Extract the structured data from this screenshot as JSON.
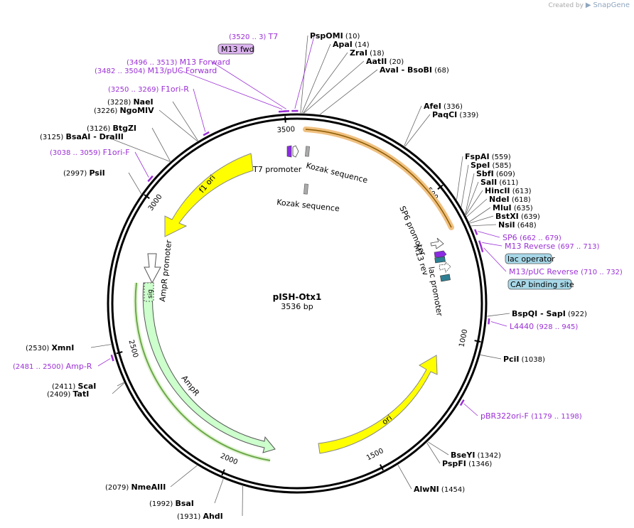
{
  "watermark": {
    "prefix": "Created by",
    "brand": "SnapGene"
  },
  "plasmid": {
    "name": "pISH-Otx1",
    "size_label": "3536 bp",
    "length": 3536
  },
  "colors": {
    "primer": "#9b30d6",
    "ori": "#ffff00",
    "ampr": "#ccffcc",
    "ampr_edge": "#4a8a2a",
    "orange_bar": "#f0b060",
    "lac": "#2e7f92",
    "lac_box": "#a8d8e8",
    "m13_box": "#dcb4f0",
    "promoter_arrow": "#ffffff"
  },
  "tick_labels": [
    "500",
    "1000",
    "1500",
    "2000",
    "2500",
    "3000",
    "3500"
  ],
  "enzymes": [
    {
      "name": "PspOMI",
      "pos": "(10)"
    },
    {
      "name": "ApaI",
      "pos": "(14)"
    },
    {
      "name": "ZraI",
      "pos": "(18)"
    },
    {
      "name": "AatII",
      "pos": "(20)"
    },
    {
      "name": "AvaI",
      "name2": "BsoBI",
      "pos": "(68)"
    },
    {
      "name": "AfeI",
      "pos": "(336)"
    },
    {
      "name": "PaqCI",
      "pos": "(339)"
    },
    {
      "name": "FspAI",
      "pos": "(559)"
    },
    {
      "name": "SpeI",
      "pos": "(585)"
    },
    {
      "name": "SbfI",
      "pos": "(609)"
    },
    {
      "name": "SalI",
      "pos": "(611)"
    },
    {
      "name": "HincII",
      "pos": "(613)"
    },
    {
      "name": "NdeI",
      "pos": "(618)"
    },
    {
      "name": "MluI",
      "pos": "(635)"
    },
    {
      "name": "BstXI",
      "pos": "(639)"
    },
    {
      "name": "NsiI",
      "pos": "(648)"
    },
    {
      "name": "BspQI",
      "name2": "SapI",
      "pos": "(922)"
    },
    {
      "name": "PciI",
      "pos": "(1038)"
    },
    {
      "name": "BseYI",
      "pos": "(1342)"
    },
    {
      "name": "PspFI",
      "pos": "(1346)"
    },
    {
      "name": "AlwNI",
      "pos": "(1454)"
    },
    {
      "name": "AhdI",
      "pos": "(1931)"
    },
    {
      "name": "BsaI",
      "pos": "(1992)"
    },
    {
      "name": "NmeAIII",
      "pos": "(2079)"
    },
    {
      "name": "TatI",
      "pos": "(2409)"
    },
    {
      "name": "ScaI",
      "pos": "(2411)"
    },
    {
      "name": "XmnI",
      "pos": "(2530)"
    },
    {
      "name": "PsiI",
      "pos": "(2997)"
    },
    {
      "name": "BsaAI",
      "name2": "DraIII",
      "pos": "(3125)"
    },
    {
      "name": "BtgZI",
      "pos": "(3126)"
    },
    {
      "name": "NgoMIV",
      "pos": "(3226)"
    },
    {
      "name": "NaeI",
      "pos": "(3228)"
    }
  ],
  "primers": [
    {
      "name": "T7",
      "pos": "(3520 .. 3)"
    },
    {
      "name": "M13 Forward",
      "pos": "(3496 .. 3513)"
    },
    {
      "name": "M13/pUC Forward",
      "pos": "(3482 .. 3504)"
    },
    {
      "name": "F1ori-R",
      "pos": "(3250 .. 3269)"
    },
    {
      "name": "F1ori-F",
      "pos": "(3038 .. 3059)"
    },
    {
      "name": "SP6",
      "pos": "(662 .. 679)"
    },
    {
      "name": "M13 Reverse",
      "pos": "(697 .. 713)"
    },
    {
      "name": "M13/pUC Reverse",
      "pos": "(710 .. 732)"
    },
    {
      "name": "L4440",
      "pos": "(928 .. 945)"
    },
    {
      "name": "pBR322ori-F",
      "pos": "(1179 .. 1198)"
    },
    {
      "name": "Amp-R",
      "pos": "(2481 .. 2500)"
    }
  ],
  "boxed_labels": {
    "m13_fwd": "M13 fwd",
    "lac_operator": "lac operator",
    "cap_site": "CAP binding site"
  },
  "features": {
    "t7_promoter": "T7 promoter",
    "kozak1": "Kozak sequence",
    "kozak2": "Kozak sequence",
    "f1_ori": "f1 ori",
    "ampr_promoter": "AmpR promoter",
    "ampr": "AmpR",
    "sig": "sig",
    "ori": "ori",
    "sp6_promoter": "SP6 promoter",
    "m13_rev": "M13 rev",
    "lac_promoter": "lac promoter"
  }
}
